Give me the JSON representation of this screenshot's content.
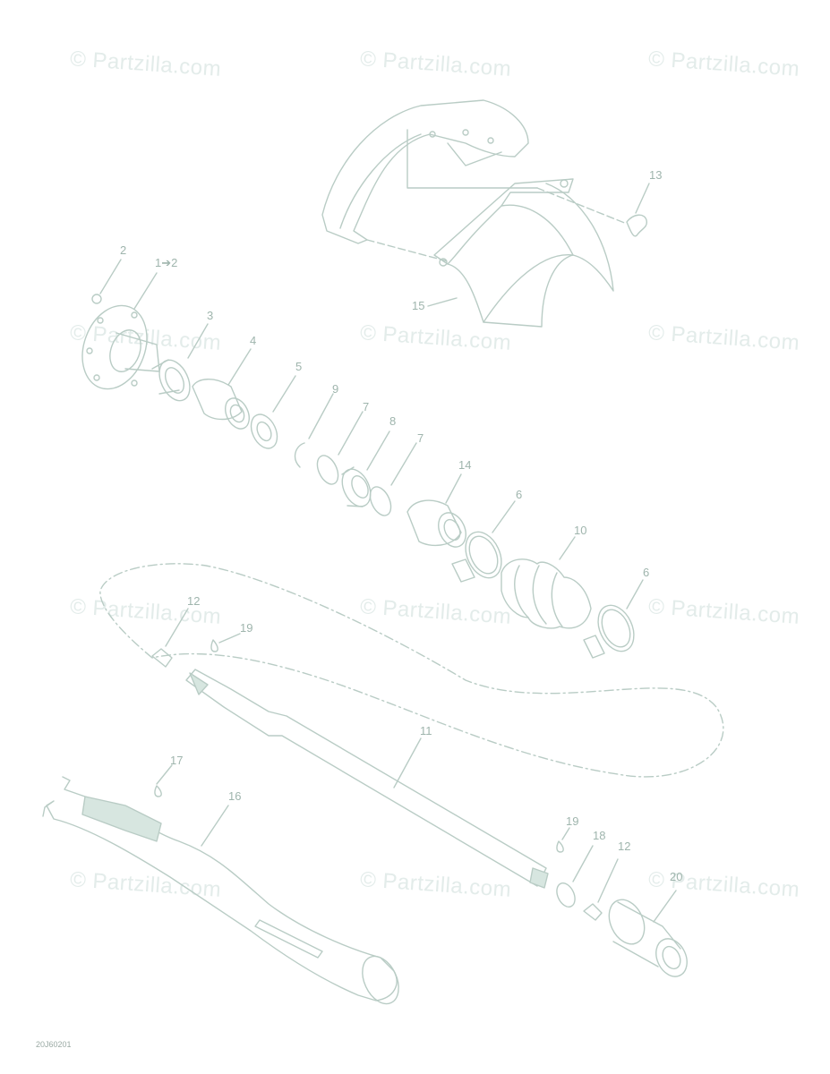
{
  "watermark": "© Partzilla.com",
  "diagram_code": "20J60201",
  "callouts": [
    "13",
    "15",
    "2",
    "1➔2",
    "3",
    "4",
    "5",
    "9",
    "7",
    "8",
    "7",
    "14",
    "6",
    "10",
    "6",
    "12",
    "19",
    "11",
    "17",
    "16",
    "19",
    "18",
    "12",
    "20"
  ],
  "colors": {
    "line": "#b9ccc5",
    "fill_accent": "#d7e6e0",
    "label": "#9fb5ad",
    "watermark": "#e3ecea"
  }
}
